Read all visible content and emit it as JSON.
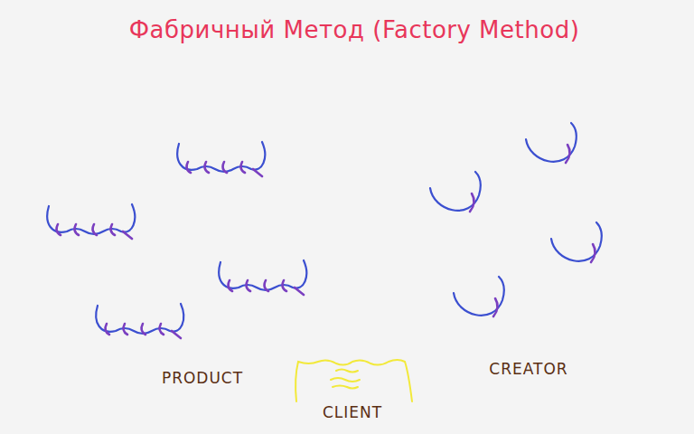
{
  "diagram": {
    "title": "Фабричный Метод (Factory Method)",
    "nodes": [
      {
        "text": [
          "CLIENT"
        ]
      }
    ],
    "labels": [
      "PRODUCT",
      "CREATOR"
    ]
  }
}
